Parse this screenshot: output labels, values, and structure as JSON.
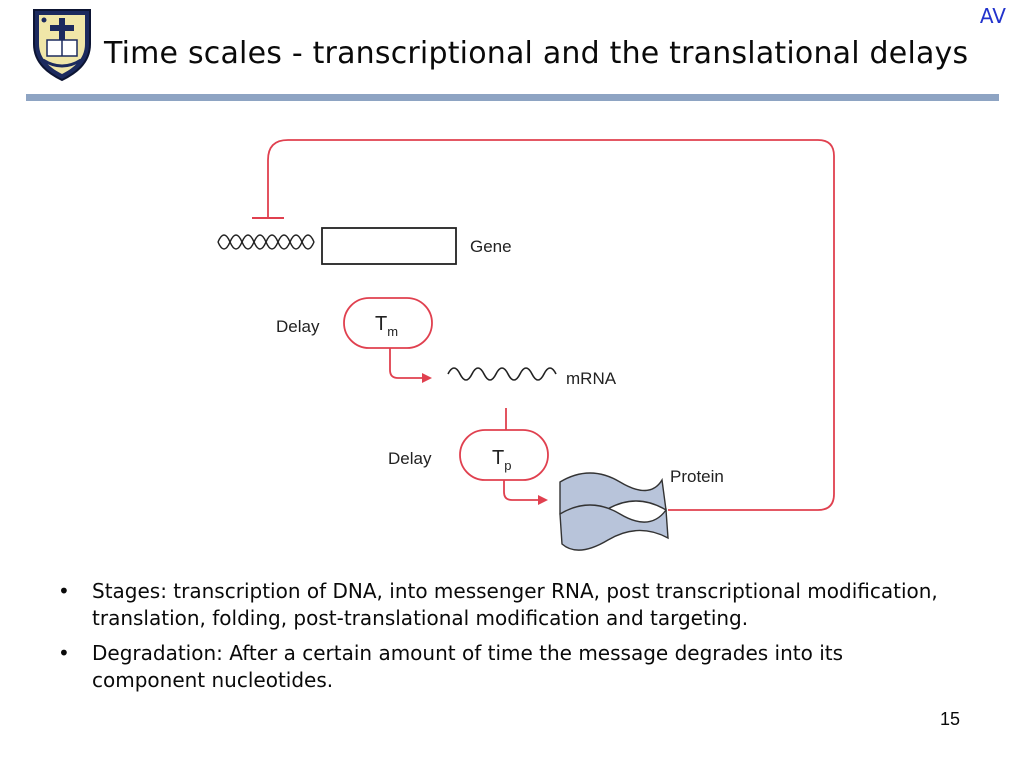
{
  "header": {
    "title": "Time scales - transcriptional and the translational delays",
    "corner_tag": "AV"
  },
  "diagram": {
    "gene_label": "Gene",
    "mrna_label": "mRNA",
    "protein_label": "Protein",
    "delay_label_1": "Delay",
    "delay_label_2": "Delay",
    "tm_symbol": "T",
    "tm_subscript": "m",
    "tp_symbol": "T",
    "tp_subscript": "p",
    "feedback_color": "#e0404f",
    "protein_color": "#b8c4da"
  },
  "bullets": [
    {
      "marker": "•",
      "text": "Stages: transcription of DNA, into messenger RNA, post transcriptional modification, translation, folding, post-translational modification and targeting."
    },
    {
      "marker": "•",
      "text": "Degradation: After a certain amount of time the message degrades into its component nucleotides."
    }
  ],
  "footer": {
    "page_number": "15"
  }
}
